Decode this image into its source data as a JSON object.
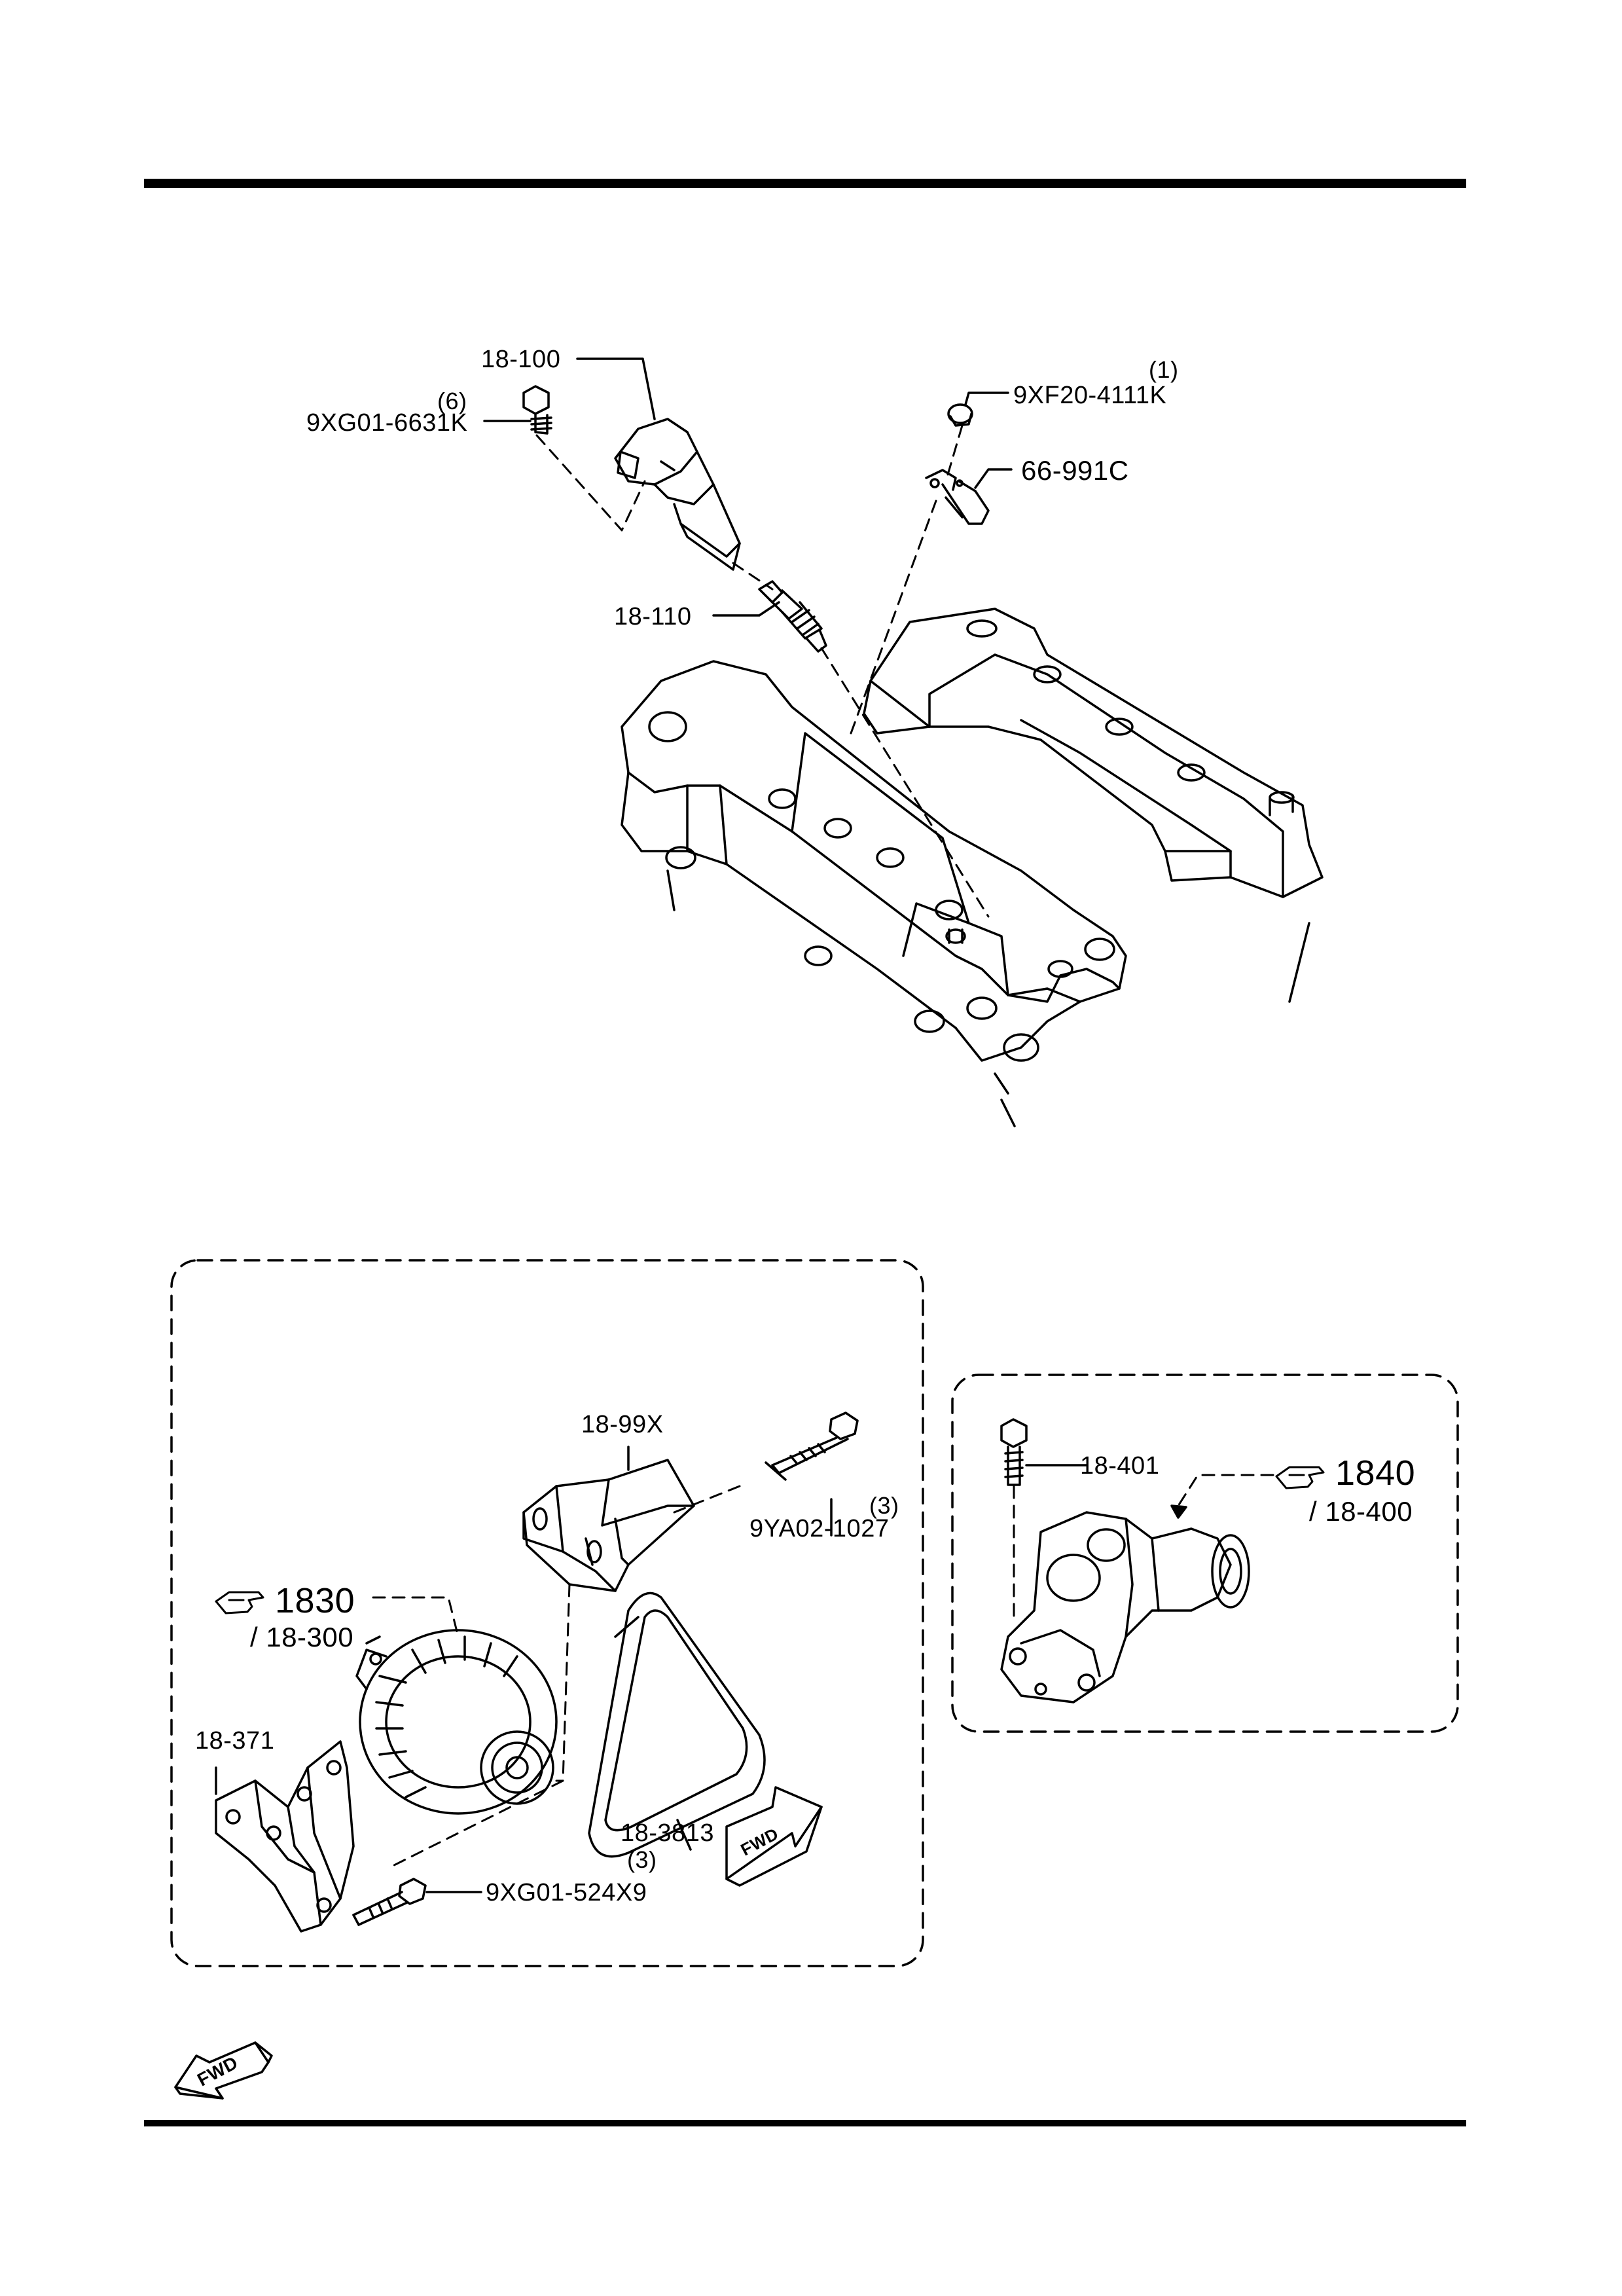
{
  "diagram": {
    "upper": {
      "ignition_coil": "18-100",
      "coil_bolt_qty": "(6)",
      "coil_bolt": "9XG01-6631K",
      "spark_plug": "18-110",
      "clip_qty": "(1)",
      "clip": "9XF20-4111K",
      "bracket": "66-991C"
    },
    "alternator_box": {
      "cover": "18-99X",
      "cover_bolt_qty": "(3)",
      "cover_bolt": "9YA02-1027",
      "alternator_ref": "1830",
      "alternator_sub": "/ 18-300",
      "bracket": "18-371",
      "belt": "18-3813",
      "mount_bolt_qty": "(3)",
      "mount_bolt": "9XG01-524X9",
      "fwd_text": "FWD"
    },
    "starter_box": {
      "bolt": "18-401",
      "starter_ref": "1840",
      "starter_sub": "/ 18-400"
    },
    "fwd_text": "FWD"
  },
  "icons": [
    "pointing-hand-icon",
    "fwd-arrow-icon"
  ]
}
